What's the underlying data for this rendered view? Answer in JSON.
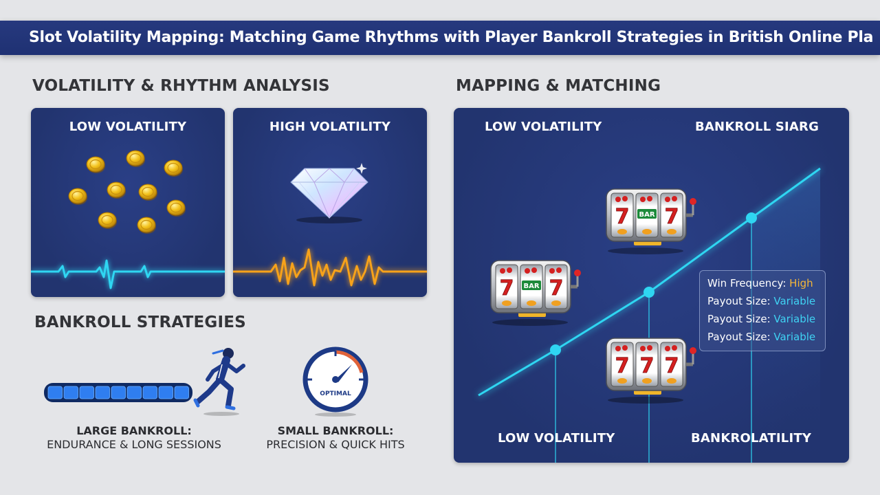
{
  "header": {
    "title": "Slot Volatility Mapping: Matching Game Rhythms with Player Bankroll Strategies in British Online Pla"
  },
  "rhythm_section": {
    "heading": "VOLATILITY & RHYTHM ANALYSIS",
    "low_panel": {
      "label": "LOW VOLATILITY",
      "icon": "gold-coins-icon",
      "pulse_color": "#2fd6f2"
    },
    "high_panel": {
      "label": "HIGH VOLATILITY",
      "icon": "diamond-icon",
      "pulse_color": "#f7a21a"
    }
  },
  "bankroll_section": {
    "heading": "BANKROLL STRATEGIES",
    "large": {
      "head": "LARGE BANKROLL:",
      "sub": "ENDURANCE & LONG SESSIONS",
      "icon": "runner-icon",
      "progress_segments": 9
    },
    "small": {
      "head": "SMALL BANKROLL:",
      "sub": "PRECISION & QUICK HITS",
      "icon": "gauge-icon",
      "gauge_text": "OPTIMAL"
    }
  },
  "mapping_section": {
    "heading": "MAPPING & MATCHING",
    "top_left_label": "LOW VOLATILITY",
    "top_right_label": "BANKROLL SIARG",
    "bottom_left_label": "LOW VOLATILITY",
    "bottom_right_label": "BANKROLATILITY",
    "line_color": "#2fd6f2",
    "info_box": {
      "rows": [
        {
          "label": "Win Frequency: ",
          "value": "High",
          "value_color": "#f4b63a"
        },
        {
          "label": "Payout Size: ",
          "value": "Variable",
          "value_color": "#3fd2f3"
        },
        {
          "label": "Payout Size: ",
          "value": "Variable",
          "value_color": "#3fd2f3"
        },
        {
          "label": "Payout Size: ",
          "value": "Variable",
          "value_color": "#3fd2f3"
        }
      ]
    },
    "slot_machines": [
      {
        "reels": [
          "7",
          "BAR",
          "7"
        ],
        "icon": "slot-machine-icon"
      },
      {
        "reels": [
          "7",
          "BAR",
          "7"
        ],
        "icon": "slot-machine-icon"
      },
      {
        "reels": [
          "7",
          "7",
          "7"
        ],
        "icon": "slot-machine-icon"
      }
    ]
  }
}
